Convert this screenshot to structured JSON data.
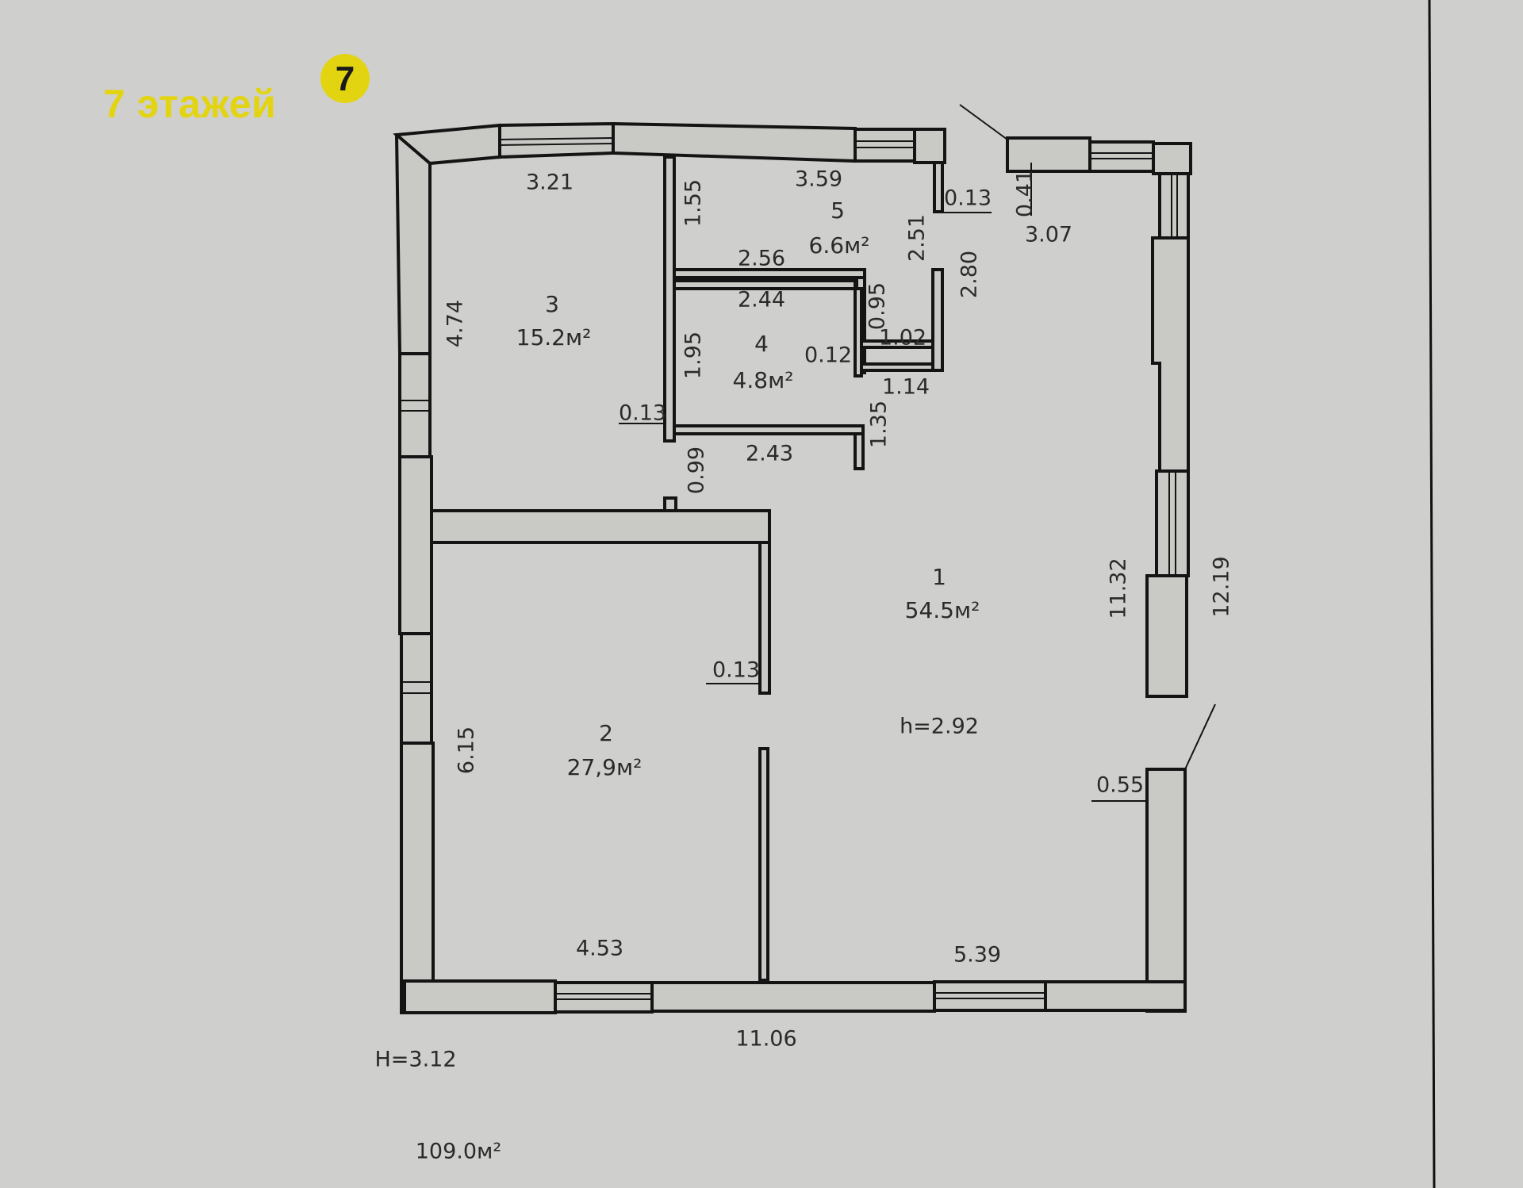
{
  "brand": {
    "name": "7 этажей",
    "logo_glyph": "7",
    "logo_color": "#e3d412"
  },
  "rooms": [
    {
      "number": "1",
      "area": "54.5м²"
    },
    {
      "number": "2",
      "area": "27,9м²"
    },
    {
      "number": "3",
      "area": "15.2м²"
    },
    {
      "number": "4",
      "area": "4.8м²"
    },
    {
      "number": "5",
      "area": "6.6м²"
    }
  ],
  "dimensions": {
    "d321": "3.21",
    "d359": "3.59",
    "d013_top": "0.13",
    "d041": "0.41",
    "d307": "3.07",
    "d155": "1.55",
    "d251": "2.51",
    "d256": "2.56",
    "d280": "2.80",
    "d244": "2.44",
    "d095": "0.95",
    "d474": "4.74",
    "d102": "1.02",
    "d195": "1.95",
    "d012": "0.12",
    "d114": "1.14",
    "d013_left": "0.13",
    "d135": "1.35",
    "d243": "2.43",
    "d099": "0.99",
    "d1132": "11.32",
    "d1219": "12.19",
    "d013_mid": "0.13",
    "d615": "6.15",
    "d055": "0.55",
    "d453": "4.53",
    "d539": "5.39",
    "d1106": "11.06"
  },
  "heights": {
    "room": "h=2.92",
    "building": "H=3.12"
  },
  "total_area": "109.0м²",
  "colors": {
    "paper": "#cfcfcd",
    "wall_fill": "#c9c9c6",
    "line": "#141414",
    "text": "#2a2a2a"
  }
}
